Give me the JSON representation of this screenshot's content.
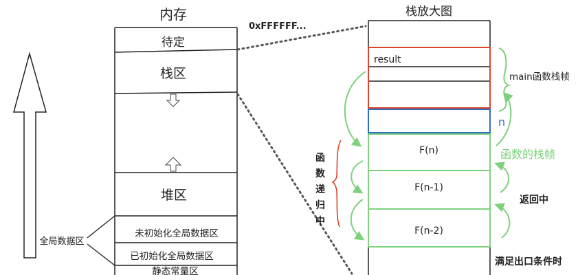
{
  "memory": {
    "title": "内存",
    "address_label": "0xFFFFFF...",
    "sections": {
      "pending": "待定",
      "stack": "栈区",
      "heap": "堆区",
      "bss": "未初始化全局数据区",
      "data": "已初始化全局数据区",
      "rodata": "静态常量区"
    },
    "global_label": "全局数据区"
  },
  "zoom": {
    "title": "栈放大图",
    "result_label": "result",
    "main_frame_label": "main函数栈帧",
    "n_label": "n",
    "func_frame_label": "函数的栈帧",
    "frames": [
      "F(n)",
      "F(n-1)",
      "F(n-2)"
    ],
    "recursion_label": "函数递归中",
    "return_label": "返回中",
    "exit_label": "满足出口条件时"
  },
  "colors": {
    "line": "#222222",
    "red": "#d9442b",
    "blue": "#2e6fc4",
    "green": "#7dd17d",
    "dotted": "#555555"
  }
}
